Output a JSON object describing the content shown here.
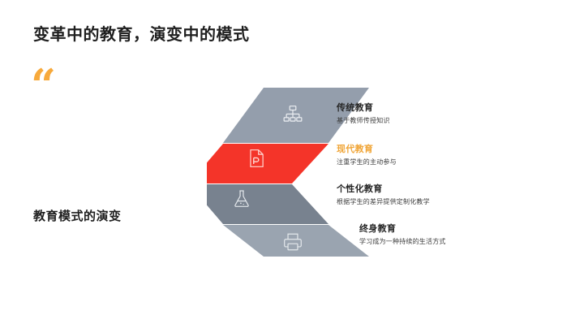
{
  "slide": {
    "title": "变革中的教育，演变中的模式",
    "section_label": "教育模式的演变",
    "quote_glyph": "“"
  },
  "colors": {
    "accent_orange": "#F0A537",
    "quote_orange": "#F7A93B",
    "highlight_red": "#F43429",
    "band_gray_1": "#949EAC",
    "band_gray_3": "#78828F",
    "band_gray_4": "#9AA4B0",
    "title_text": "#1F1F1F",
    "body_text": "#3C3C3C"
  },
  "diagram": {
    "type": "chevron-arrow-list",
    "rows": [
      {
        "title": "传统教育",
        "desc": "基于教师传授知识",
        "icon": "org-chart-icon",
        "band_color": "#949EAC",
        "highlighted": false
      },
      {
        "title": "现代教育",
        "desc": "注重学生的主动参与",
        "icon": "document-p-icon",
        "band_color": "#F43429",
        "highlighted": true
      },
      {
        "title": "个性化教育",
        "desc": "根据学生的差异提供定制化教学",
        "icon": "flask-icon",
        "band_color": "#78828F",
        "highlighted": false
      },
      {
        "title": "终身教育",
        "desc": "学习成为一种持续的生活方式",
        "icon": "printer-icon",
        "band_color": "#9AA4B0",
        "highlighted": false
      }
    ]
  }
}
